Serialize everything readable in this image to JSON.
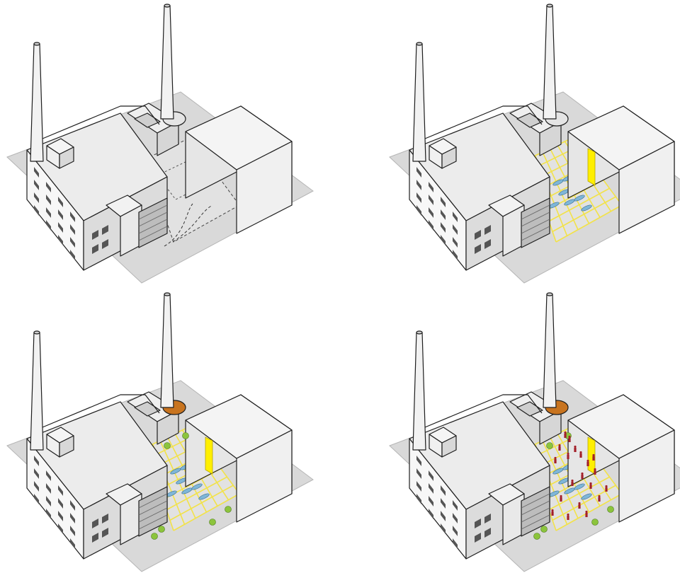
{
  "figure": {
    "panels": [
      {
        "stage": 1,
        "grid": false,
        "yellow_wall": false,
        "blue_benches": false,
        "orange_canopy": false,
        "plants": false,
        "people": false
      },
      {
        "stage": 2,
        "grid": true,
        "yellow_wall": true,
        "blue_benches": true,
        "orange_canopy": false,
        "plants": false,
        "people": false
      },
      {
        "stage": 3,
        "grid": true,
        "yellow_wall": true,
        "blue_benches": true,
        "orange_canopy": true,
        "plants": true,
        "people": false
      },
      {
        "stage": 4,
        "grid": true,
        "yellow_wall": true,
        "blue_benches": true,
        "orange_canopy": true,
        "plants": true,
        "people": true
      }
    ],
    "colors": {
      "ground": "#d9d9d9",
      "building_top": "#ececec",
      "building_left": "#f7f7f7",
      "building_right": "#cfcfcf",
      "outline": "#1e1e1e",
      "grid_yellow": "#f2e24a",
      "wall_yellow": "#ffef00",
      "bench_blue": "#7fb6d8",
      "canopy_orange": "#c8741f",
      "plant_green": "#8cc43c",
      "people_red": "#a3202a"
    }
  }
}
